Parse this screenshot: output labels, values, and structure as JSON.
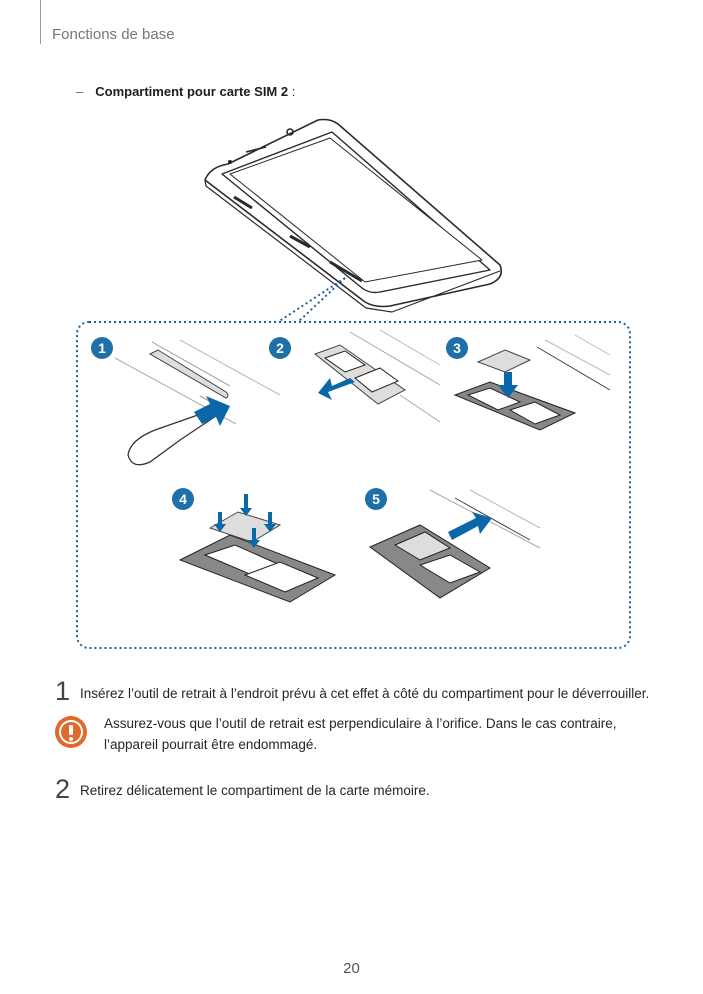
{
  "header": {
    "section_title": "Fonctions de base"
  },
  "intro": {
    "dash": "–",
    "label": "Compartiment pour carte SIM 2",
    "suffix": " :"
  },
  "illustration": {
    "badges": [
      "1",
      "2",
      "3",
      "4",
      "5"
    ],
    "colors": {
      "arrow": "#0a68a8",
      "badge": "#1f6fa8",
      "dotted": "#1d5f9c"
    }
  },
  "steps": [
    {
      "number": "1",
      "text": "Insérez l’outil de retrait à l’endroit prévu à cet effet à côté du compartiment pour le déverrouiller."
    },
    {
      "number": "2",
      "text": "Retirez délicatement le compartiment de la carte mémoire."
    }
  ],
  "caution": {
    "icon": "caution-icon",
    "color": "#e06a2c",
    "text": "Assurez-vous que l’outil de retrait est perpendiculaire à l’orifice. Dans le cas contraire, l’appareil pourrait être endommagé."
  },
  "footer": {
    "page_number": "20"
  }
}
